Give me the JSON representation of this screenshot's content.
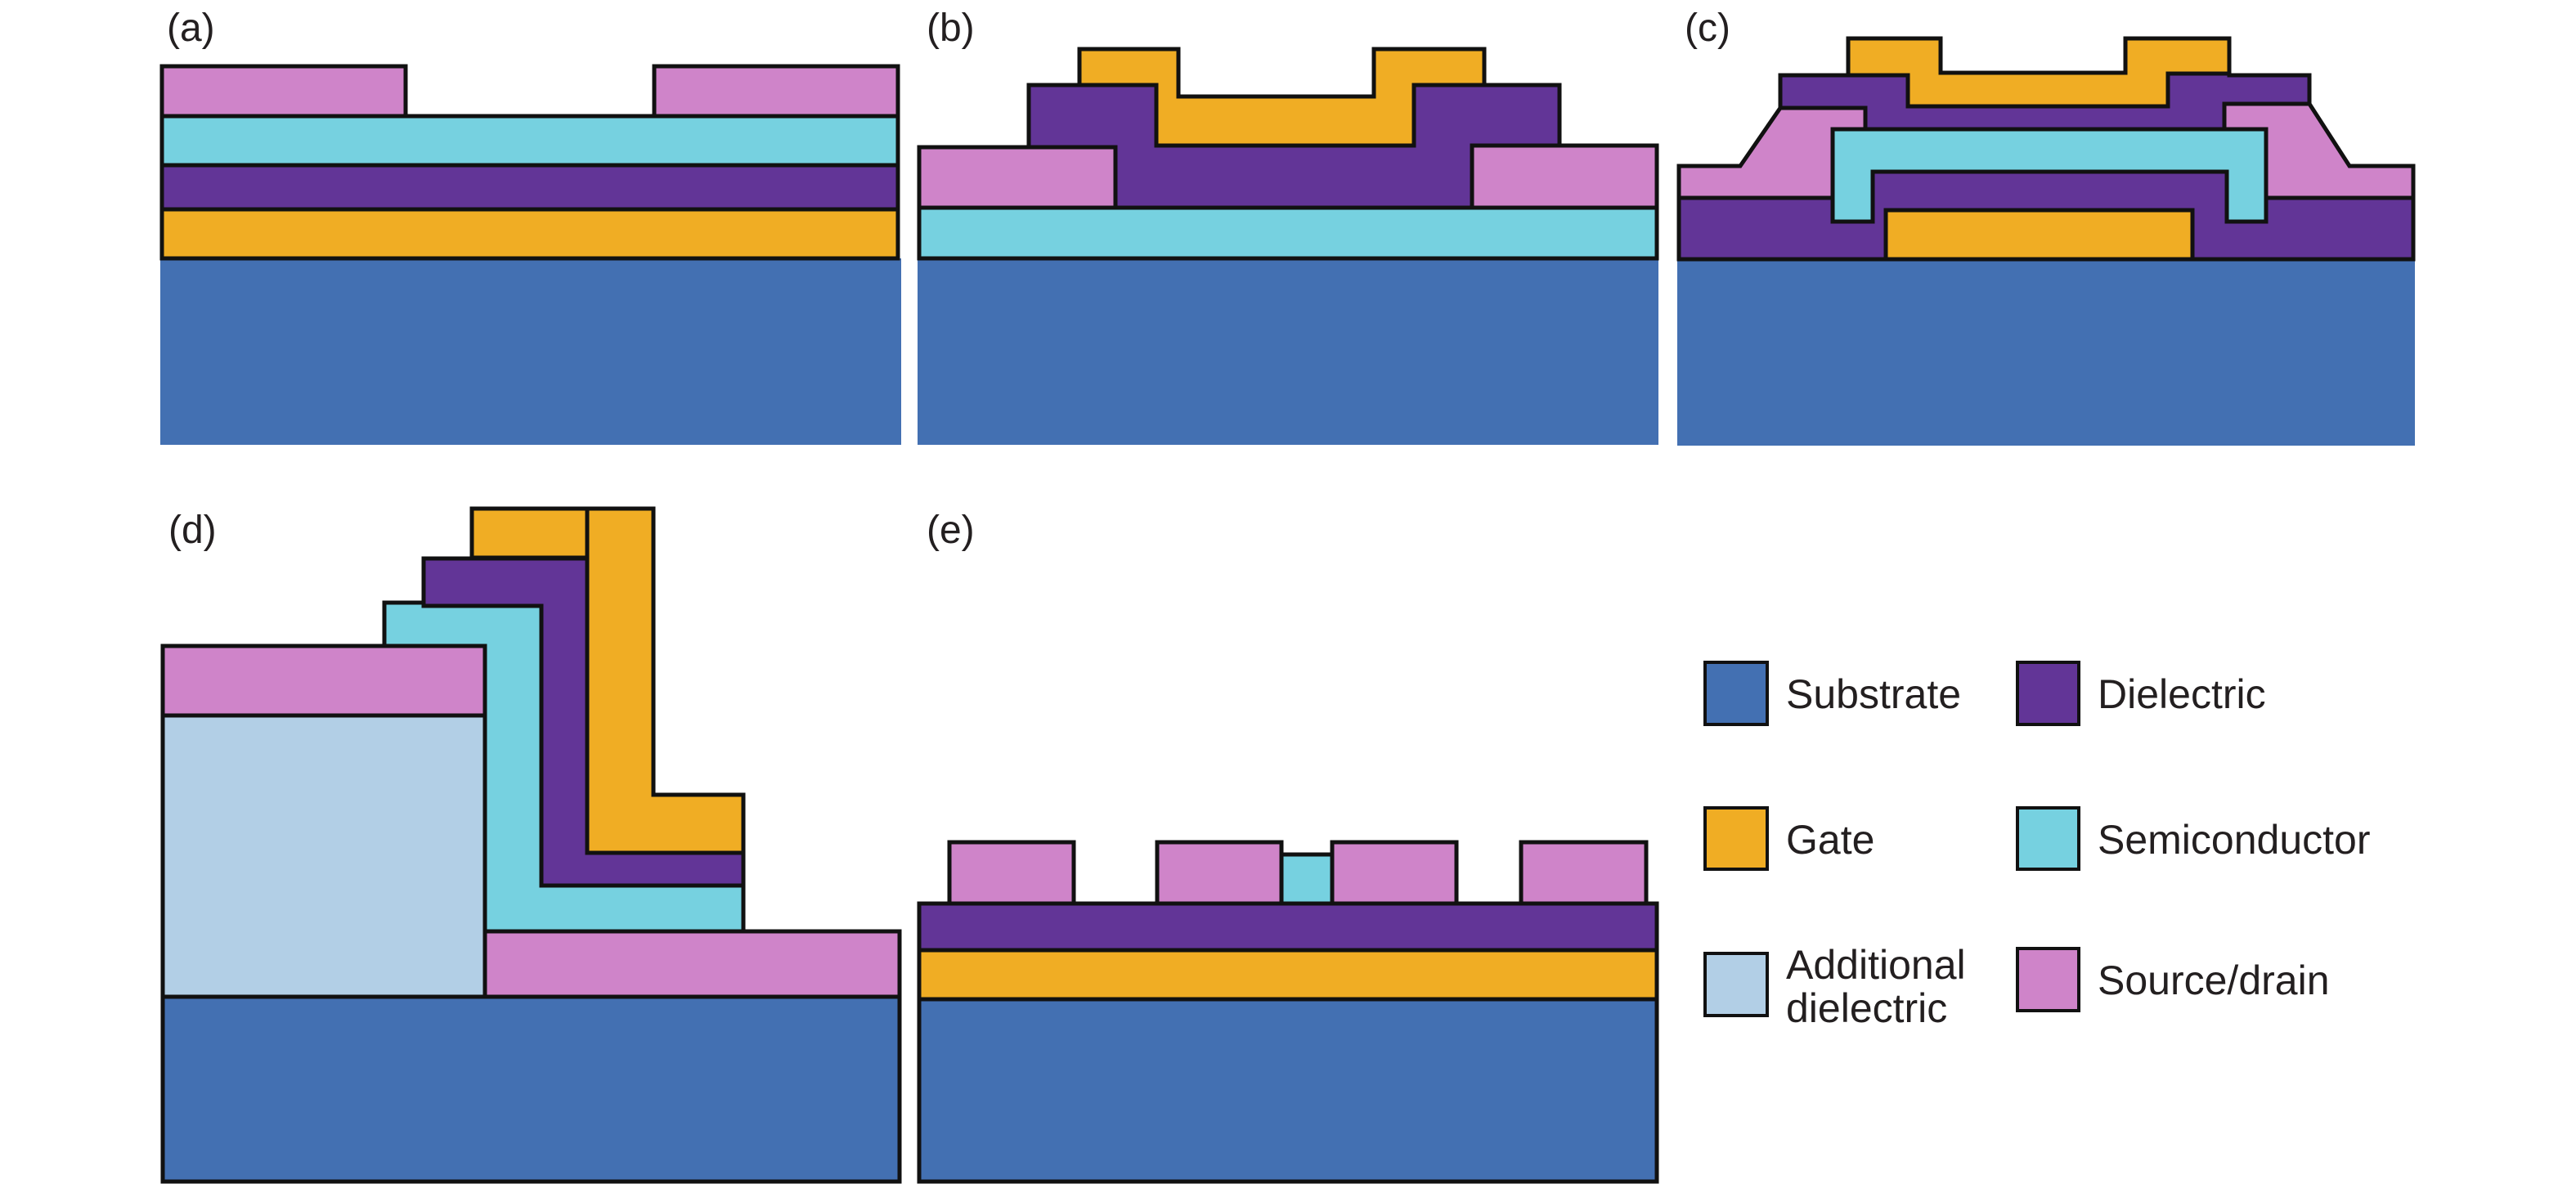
{
  "figure": {
    "description": "Cross-sections of thin-film transistor architectures",
    "panels": [
      {
        "id": "a",
        "label": "(a)",
        "layers_bottom_to_top": [
          "Substrate",
          "Gate",
          "Dielectric",
          "Semiconductor",
          "Source/drain",
          "Source/drain"
        ]
      },
      {
        "id": "b",
        "label": "(b)",
        "layers_bottom_to_top": [
          "Substrate",
          "Semiconductor",
          "Source/drain",
          "Source/drain",
          "Dielectric",
          "Gate"
        ]
      },
      {
        "id": "c",
        "label": "(c)",
        "layers_bottom_to_top": [
          "Substrate",
          "Gate",
          "Dielectric",
          "Semiconductor",
          "Source/drain",
          "Source/drain",
          "Dielectric",
          "Gate"
        ]
      },
      {
        "id": "d",
        "label": "(d)",
        "layers_bottom_to_top": [
          "Substrate",
          "Additional dielectric",
          "Source/drain",
          "Source/drain",
          "Semiconductor",
          "Dielectric",
          "Gate"
        ]
      },
      {
        "id": "e",
        "label": "(e)",
        "layers_bottom_to_top": [
          "Substrate",
          "Gate",
          "Dielectric",
          "Source/drain",
          "Semiconductor",
          "Source/drain",
          "Source/drain",
          "Source/drain"
        ]
      }
    ]
  },
  "materials": {
    "substrate": {
      "name": "Substrate",
      "color": "#4370b2"
    },
    "dielectric": {
      "name": "Dielectric",
      "color": "#623597"
    },
    "gate": {
      "name": "Gate",
      "color": "#f0ad24"
    },
    "semiconductor": {
      "name": "Semiconductor",
      "color": "#76d1e0"
    },
    "additional_dielectric": {
      "name_line1": "Additional",
      "name_line2": "dielectric",
      "color": "#b2cfe6"
    },
    "source_drain": {
      "name": "Source/drain",
      "color": "#cf84c9"
    }
  },
  "outline_color": "#111111"
}
